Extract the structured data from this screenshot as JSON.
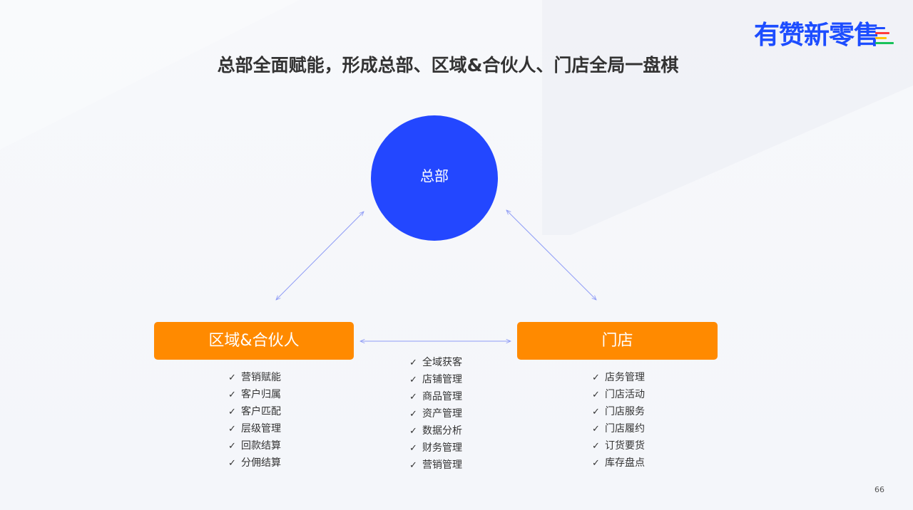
{
  "logo": {
    "text": "有赞新零售",
    "bar_colors": [
      "#1d4dff",
      "#ff3b3b",
      "#ffc400",
      "#18c25a"
    ]
  },
  "title": "总部全面赋能，形成总部、区域&合伙人、门店全局一盘棋",
  "nodes": {
    "hq": "总部",
    "region": "区域&合伙人",
    "store": "门店"
  },
  "check_glyph": "✓",
  "lists": {
    "region": [
      "营销赋能",
      "客户归属",
      "客户匹配",
      "层级管理",
      "回款结算",
      "分佣结算"
    ],
    "center": [
      "全域获客",
      "店铺管理",
      "商品管理",
      "资产管理",
      "数据分析",
      "财务管理",
      "营销管理"
    ],
    "store": [
      "店务管理",
      "门店活动",
      "门店服务",
      "门店履约",
      "订货要货",
      "库存盘点"
    ]
  },
  "colors": {
    "hq": "#2347ff",
    "node": "#ff8a00",
    "connector": "#8f9cf5"
  },
  "page_number": "66"
}
